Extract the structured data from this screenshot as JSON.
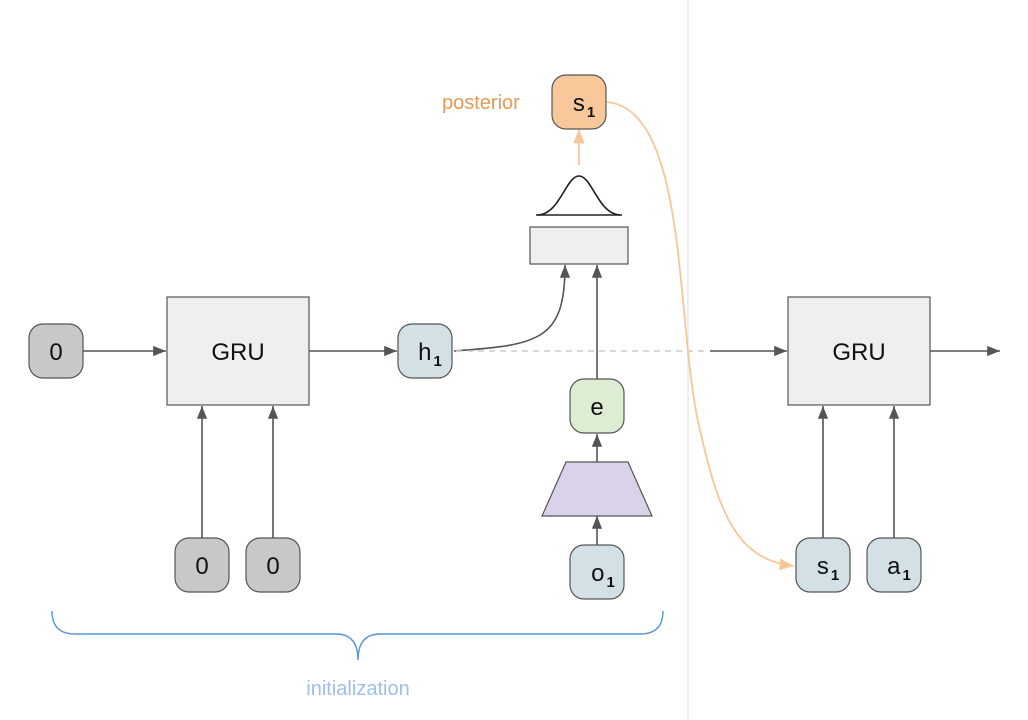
{
  "colors": {
    "zero_node": "#c8c8c8",
    "state_node": "#d3e1e6",
    "embed_node": "#dcedd4",
    "posterior_node": "#f8c89a",
    "encoder": "#d9d2e9",
    "gru_box": "#efefef",
    "arrow": "#555555",
    "posterior_arrow": "#f7c79a",
    "brace": "#5b95d6",
    "divider": "#e6e6e6"
  },
  "nodes": {
    "zero_input": "0",
    "zero_bottom_left": "0",
    "zero_bottom_right": "0",
    "gru_left": "GRU",
    "gru_right": "GRU",
    "h1": {
      "main": "h",
      "sub": "1"
    },
    "e": "e",
    "o1": {
      "main": "o",
      "sub": "1"
    },
    "s1_posterior": {
      "main": "s",
      "sub": "1"
    },
    "s1_input": {
      "main": "s",
      "sub": "1"
    },
    "a1_input": {
      "main": "a",
      "sub": "1"
    }
  },
  "labels": {
    "posterior": "posterior",
    "initialization": "initialization"
  },
  "icons": {
    "distribution": "gaussian-curve-icon",
    "encoder": "trapezoid-encoder-icon"
  }
}
